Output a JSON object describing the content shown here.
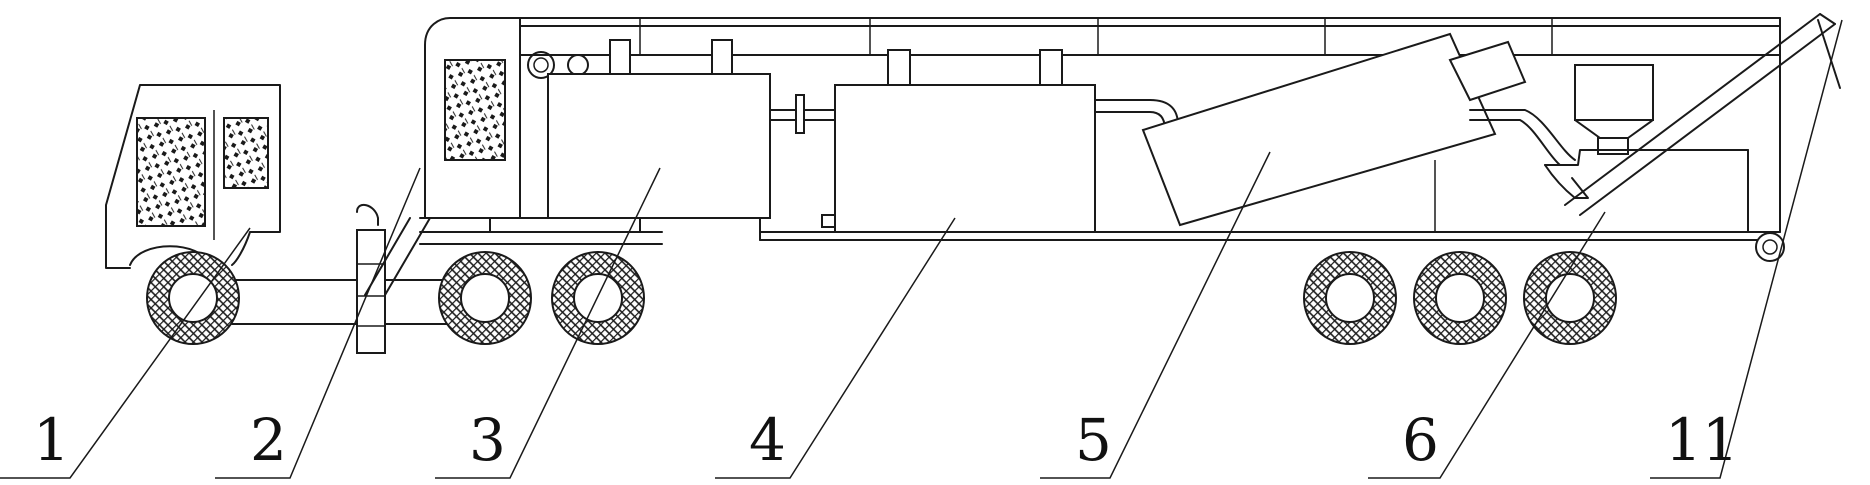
{
  "callouts": [
    {
      "id": "1",
      "label": "1"
    },
    {
      "id": "2",
      "label": "2"
    },
    {
      "id": "3",
      "label": "3"
    },
    {
      "id": "4",
      "label": "4"
    },
    {
      "id": "5",
      "label": "5"
    },
    {
      "id": "6",
      "label": "6"
    },
    {
      "id": "11",
      "label": "11"
    }
  ],
  "colors": {
    "line": "#1a1a1a",
    "background": "#ffffff"
  }
}
